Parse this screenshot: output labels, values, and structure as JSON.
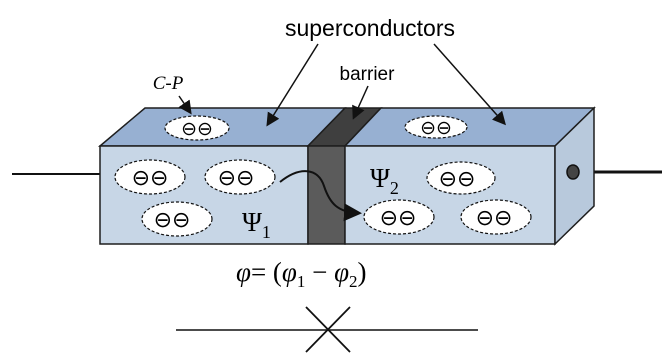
{
  "labels": {
    "superconductors": "superconductors",
    "barrier": "barrier",
    "cooper_pair": "C-P",
    "psi_1_symbol": "Ψ",
    "psi_1_sub": "1",
    "psi_2_symbol": "Ψ",
    "psi_2_sub": "2",
    "phase_lhs": "φ",
    "phase_rhs_prefix": "= (",
    "phase_phi1": "φ",
    "phase_sub1": "1",
    "phase_minus": " − ",
    "phase_phi2": "φ",
    "phase_sub2": "2",
    "phase_close": ")"
  },
  "pair_glyph": "⊖⊖",
  "colors": {
    "box_front": "#c7d6e6",
    "box_top": "#97b0d2",
    "box_side": "#b8c9dc",
    "barrier_front": "#5b5b5b",
    "barrier_top": "#3f3f3f",
    "outline": "#1e1e1e",
    "pair_fill": "#ffffff"
  }
}
